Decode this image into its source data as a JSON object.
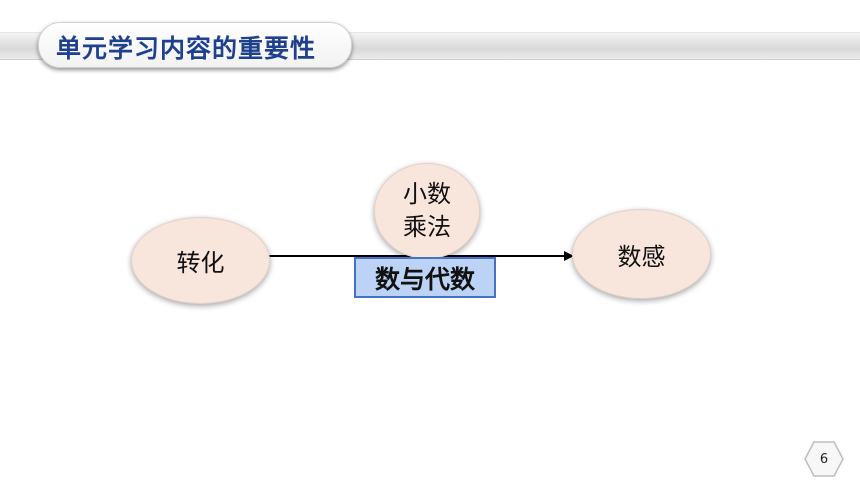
{
  "header": {
    "title": "单元学习内容的重要性"
  },
  "diagram": {
    "left_node": "转化",
    "top_node_line1": "小数",
    "top_node_line2": "乘法",
    "right_node": "数感",
    "center_label": "数与代数"
  },
  "footer": {
    "page_number": "6"
  },
  "colors": {
    "title": "#1f3f8f",
    "oval_fill": "#f8e6dc",
    "label_fill": "#bcd3f5",
    "label_border": "#4472c4"
  }
}
